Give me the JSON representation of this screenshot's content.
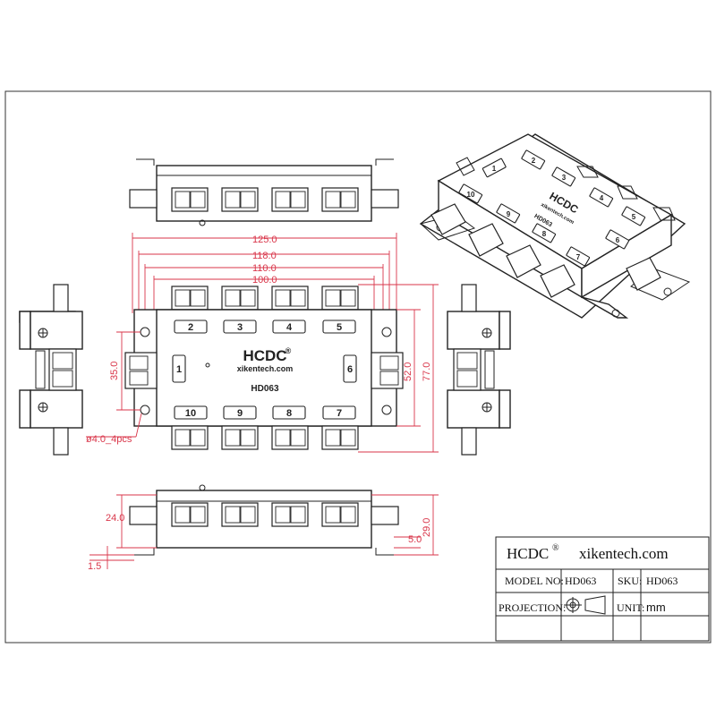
{
  "drawing": {
    "brand_label": "HCDC",
    "brand_sub": "xikentech.com",
    "model_label": "HD063",
    "registered": "®"
  },
  "ports": {
    "top_row": [
      "2",
      "3",
      "4",
      "5"
    ],
    "bottom_row": [
      "10",
      "9",
      "8",
      "7"
    ],
    "left": "1",
    "right": "6"
  },
  "dimensions": {
    "overall_length": "125.0",
    "length_2": "118.0",
    "length_3": "110.0",
    "length_4": "100.0",
    "hole_spacing": "35.0",
    "body_width": "52.0",
    "overall_width": "77.0",
    "hole_note": "ø4.0_4pcs",
    "side_height": "24.0",
    "overall_height": "29.0",
    "flange_offset": "5.0",
    "flange_thickness": "1.5"
  },
  "title_block": {
    "brand": "HCDC",
    "registered": "®",
    "website": "xikentech.com",
    "model_label": "MODEL NO:",
    "model_value": "HD063",
    "sku_label": "SKU:",
    "sku_value": "HD063",
    "projection_label": "PROJECTION:",
    "unit_label": "UNIT:",
    "unit_value": "mm"
  },
  "iso_view": {
    "labels": [
      "1",
      "2",
      "3",
      "4",
      "5",
      "6",
      "7",
      "8",
      "9",
      "10"
    ],
    "brand": "HCDC",
    "sub": "xikentech.com",
    "model": "HD063"
  }
}
